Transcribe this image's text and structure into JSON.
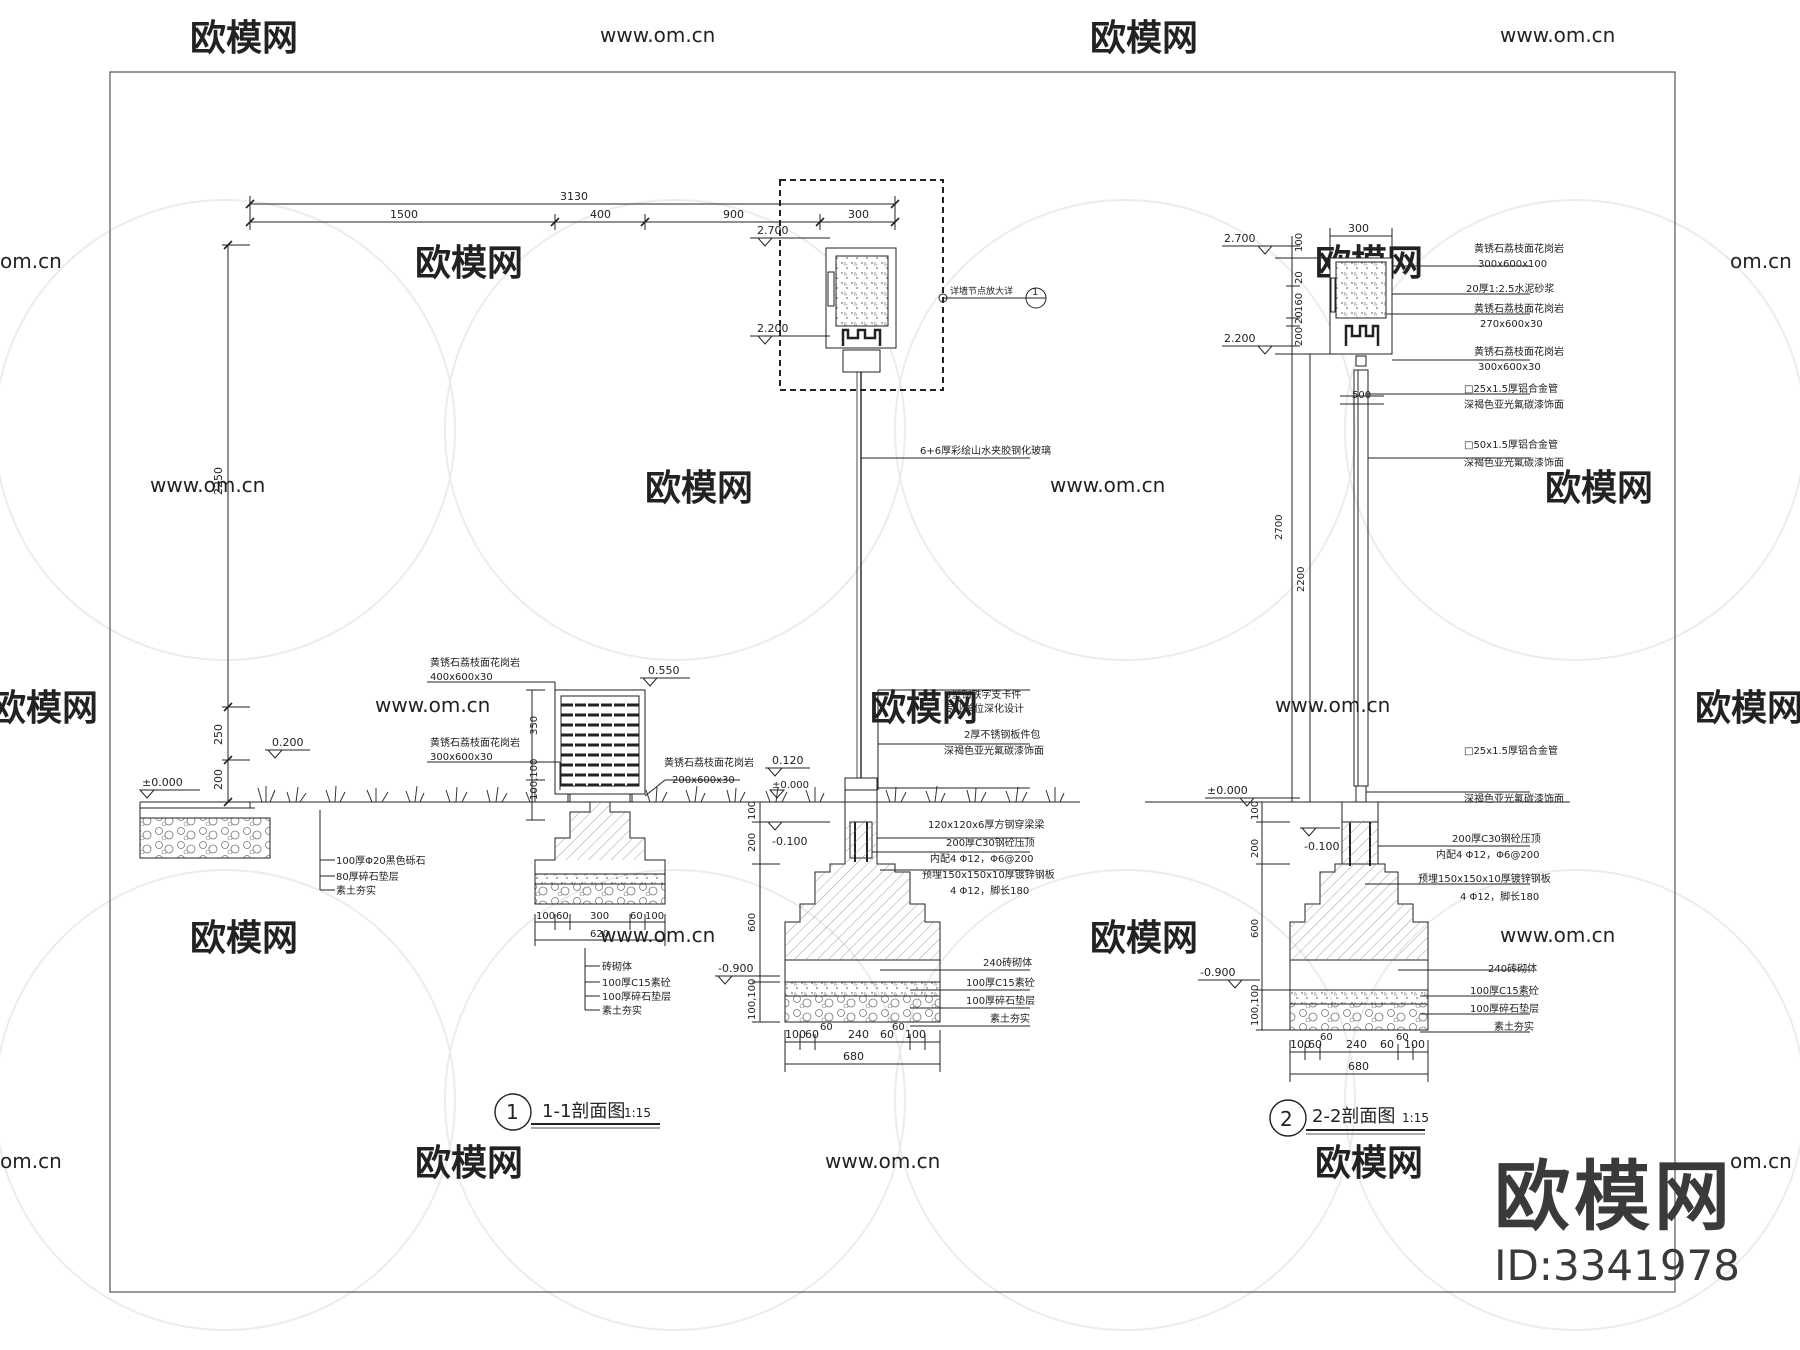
{
  "watermark": {
    "text": "欧模网",
    "url": "www.om.cn",
    "url_short": "om.cn"
  },
  "brand": {
    "name": "欧模网",
    "id": "ID:3341978"
  },
  "s1": {
    "title": "1-1剖面图",
    "scale": "1:15",
    "num": "1",
    "dims_top": {
      "total": "3130",
      "a": "1500",
      "b": "400",
      "c": "900",
      "d": "300"
    },
    "levels": {
      "l2700": "2.700",
      "l2200": "2.200",
      "l550": "0.550",
      "l200": "0.200",
      "l120": "0.120",
      "l0": "±0.000",
      "l0b": "±0.000",
      "lm100": "-0.100",
      "lm900": "-0.900"
    },
    "dims_v": {
      "v2250": "2250",
      "v250": "250",
      "v200": "200",
      "v350": "350",
      "v100": "100,100",
      "v200b": "200",
      "v600": "600",
      "v100b": "100,100",
      "v100c": "100"
    },
    "callout": {
      "text": "详墙节点放大详",
      "num": "1"
    },
    "labels": {
      "glass": "6+6厚彩绘山水夹胶钢化玻璃",
      "stone1a": "黄锈石荔枝面花岗岩",
      "stone1b": "400x600x30",
      "stone2a": "黄锈石荔枝面花岗岩",
      "stone2b": "300x600x30",
      "stone3a": "黄锈石荔枝面花岗岩",
      "stone3b": "200x600x30",
      "u1": "U型钢铁字支卡件",
      "u2": "专业单位深化设计",
      "ss1": "2厚不锈钢板件包",
      "ss2": "深褐色亚光氟碳漆饰面",
      "beam": "120x120x6厚方钢穿梁梁",
      "conc": "200厚C30钢砼压顶",
      "rebar": "内配4 Φ12，Φ6@200",
      "plate": "预埋150x150x10厚镀锌钢板",
      "anchor": "4 Φ12，脚长180",
      "brick": "240砖砌体",
      "c15": "100厚C15素砼",
      "gravel": "100厚碎石垫层",
      "soil": "素土夯实",
      "pave1": "100厚Φ20黑色砾石",
      "pave2": "80厚碎石垫层",
      "pave3": "素土夯实",
      "pl1": "砖砌体",
      "pl2": "100厚C15素砼",
      "pl3": "100厚碎石垫层",
      "pl4": "素土夯实"
    },
    "bottom_dims": {
      "a": "100",
      "b": "60",
      "c": "240",
      "d": "60",
      "e": "100",
      "total": "680",
      "e60a": "60",
      "e60b": "60"
    },
    "planter_dims": {
      "a": "100",
      "b": "60",
      "c": "300",
      "d": "60",
      "e": "100",
      "total": "620"
    }
  },
  "s2": {
    "title": "2-2剖面图",
    "scale": "1:15",
    "num": "2",
    "dim_top": "300",
    "levels": {
      "l2700": "2.700",
      "l2200": "2.200",
      "l0": "±0.000",
      "lm100": "-0.100",
      "lm900": "-0.900"
    },
    "dims_v": {
      "v100": "100",
      "v20": "20",
      "v160": "160",
      "v20b": "20",
      "v200": "200",
      "v2700": "2700",
      "v2200": "2200",
      "v100b": "100",
      "v200b": "200",
      "v600": "600",
      "v100c": "100,100"
    },
    "dim_inner": "500",
    "labels": {
      "a1": "黄锈石荔枝面花岗岩",
      "a2": "300x600x100",
      "b1": "20厚1:2.5水泥砂浆",
      "c1": "黄锈石荔枝面花岗岩",
      "c2": "270x600x30",
      "d1": "黄锈石荔枝面花岗岩",
      "d2": "300x600x30",
      "e1": "□25x1.5厚铝合金管",
      "e2": "深褐色亚光氟碳漆饰面",
      "f1": "□50x1.5厚铝合金管",
      "f2": "深褐色亚光氟碳漆饰面",
      "g1": "□25x1.5厚铝合金管",
      "g2": "深褐色亚光氟碳漆饰面",
      "conc": "200厚C30钢砼压顶",
      "rebar": "内配4 Φ12，Φ6@200",
      "plate": "预埋150x150x10厚镀锌钢板",
      "anchor": "4 Φ12，脚长180",
      "brick": "240砖砌体",
      "c15": "100厚C15素砼",
      "gravel": "100厚碎石垫层",
      "soil": "素土夯实"
    },
    "bottom_dims": {
      "a": "100",
      "b": "60",
      "c": "240",
      "d": "60",
      "e": "100",
      "total": "680",
      "e60a": "60",
      "e60b": "60"
    }
  }
}
